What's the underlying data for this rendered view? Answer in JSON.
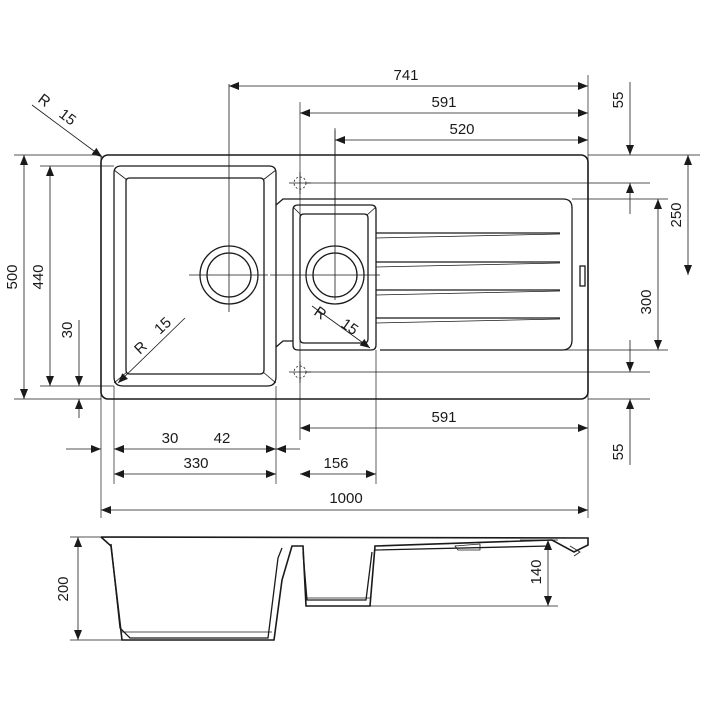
{
  "dimensions": {
    "total_width": "1000",
    "overall_741": "741",
    "overall_591_top": "591",
    "overall_520": "520",
    "radius_outer_r": "R",
    "radius_outer_val": "15",
    "radius_left_r": "R",
    "radius_left_val": "15",
    "radius_right_r": "R",
    "radius_right_val": "15",
    "height_500": "500",
    "height_440": "440",
    "inset_30_left": "30",
    "top_55": "55",
    "right_250": "250",
    "right_300": "300",
    "bottom_55": "55",
    "bottom_591": "591",
    "bottom_30": "30",
    "bottom_42": "42",
    "bottom_330": "330",
    "bottom_156": "156",
    "depth_200": "200",
    "depth_140": "140"
  },
  "colors": {
    "line": "#1a1a1a",
    "background": "#ffffff"
  }
}
